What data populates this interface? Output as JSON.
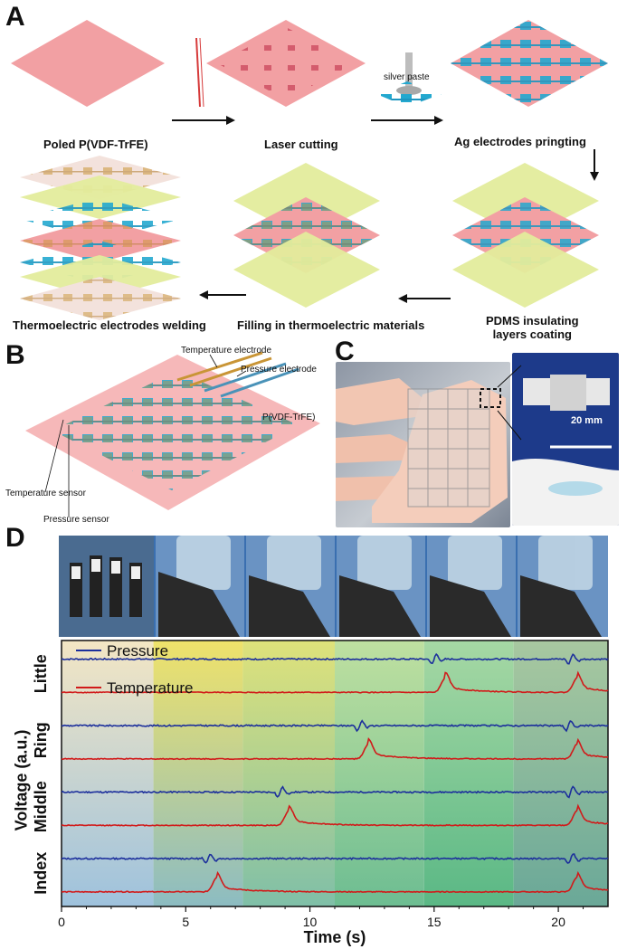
{
  "panels": {
    "a": "A",
    "b": "B",
    "c": "C",
    "d": "D"
  },
  "panel_a": {
    "steps": [
      "Poled P(VDF-TrFE)",
      "Laser cutting",
      "Ag electrodes pringting",
      "PDMS insulating\nlayers coating",
      "Filling in thermoelectric materials",
      "Thermoelectric electrodes welding"
    ],
    "silver_paste": "silver paste"
  },
  "panel_b": {
    "temperature_electrode": "Temperature electrode",
    "pressure_electrode": "Pressure electrode",
    "film": "P(VDF-TrFE)",
    "temperature_sensor": "Temperature sensor",
    "pressure_sensor": "Pressure sensor"
  },
  "panel_c": {
    "scale_bar": "20 mm"
  },
  "chart_data": {
    "type": "line",
    "xlabel": "Time (s)",
    "ylabel": "Voltage (a.u.)",
    "xlim": [
      0,
      22
    ],
    "xticks": [
      "0",
      "5",
      "10",
      "15",
      "20"
    ],
    "rows": [
      "Little",
      "Ring",
      "Middle",
      "Index"
    ],
    "legend": [
      "Pressure",
      "Temperature"
    ],
    "colors": {
      "pressure": "#1c2f9c",
      "temperature": "#d11a1a"
    },
    "series": [
      {
        "finger": "Little",
        "signal": "Pressure",
        "events_s": [
          15.0,
          20.5
        ]
      },
      {
        "finger": "Little",
        "signal": "Temperature",
        "events_s": [
          15.3,
          20.6
        ]
      },
      {
        "finger": "Ring",
        "signal": "Pressure",
        "events_s": [
          12.0,
          20.4
        ]
      },
      {
        "finger": "Ring",
        "signal": "Temperature",
        "events_s": [
          12.2,
          20.6
        ]
      },
      {
        "finger": "Middle",
        "signal": "Pressure",
        "events_s": [
          8.8,
          20.5
        ]
      },
      {
        "finger": "Middle",
        "signal": "Temperature",
        "events_s": [
          9.0,
          20.6
        ]
      },
      {
        "finger": "Index",
        "signal": "Pressure",
        "events_s": [
          5.9,
          20.5
        ]
      },
      {
        "finger": "Index",
        "signal": "Temperature",
        "events_s": [
          6.1,
          20.6
        ]
      }
    ]
  }
}
